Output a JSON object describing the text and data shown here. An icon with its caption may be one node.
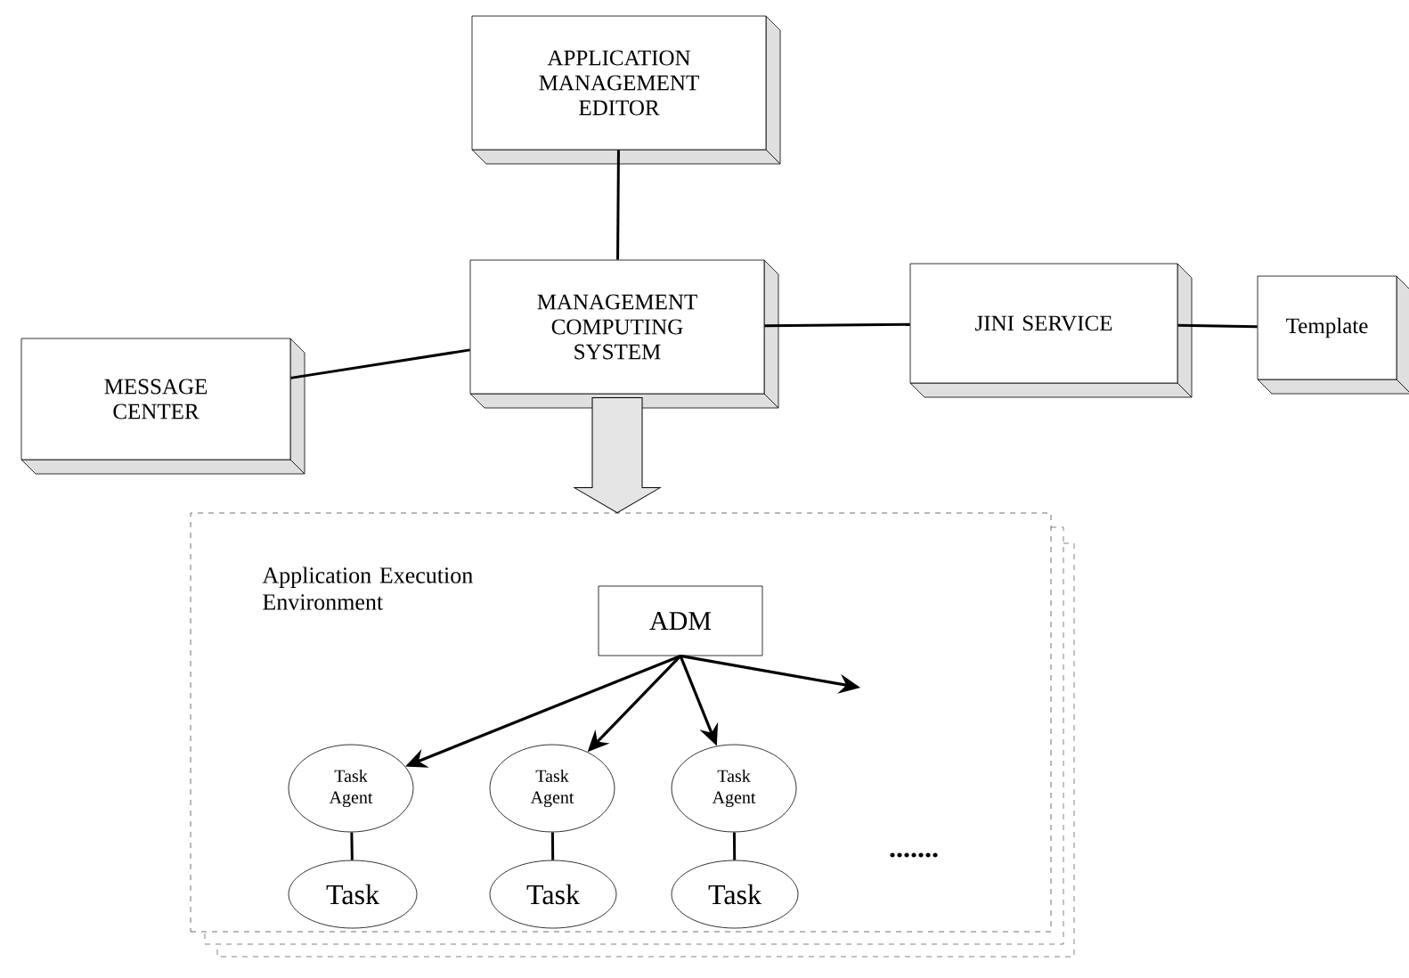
{
  "diagram": {
    "nodes": [
      {
        "text": [
          "APPLICATION MANAGEMENT EDITOR"
        ]
      },
      {
        "text": [
          "MESSAGE CENTER"
        ]
      },
      {
        "text": [
          "MANAGEMENT COMPUTING SYSTEM"
        ]
      },
      {
        "text": [
          "JINI SERVICE"
        ]
      },
      {
        "text": [
          "Template"
        ]
      },
      {
        "text": [
          "Application Execution Environment"
        ]
      },
      {
        "text": [
          "ADM"
        ],
        "in": 5
      },
      {
        "text": [
          "Task Agent"
        ],
        "in": 5
      },
      {
        "text": [
          "Task Agent"
        ],
        "in": 5
      },
      {
        "text": [
          "Task Agent"
        ],
        "in": 5
      },
      {
        "text": [
          "Task"
        ],
        "in": 5
      },
      {
        "text": [
          "Task"
        ],
        "in": 5
      },
      {
        "text": [
          "Task"
        ],
        "in": 5
      }
    ],
    "edges": [
      {
        "from": 0,
        "to": 2,
        "arrow": "none"
      },
      {
        "from": 1,
        "to": 2,
        "arrow": "none"
      },
      {
        "from": 2,
        "to": 3,
        "arrow": "none"
      },
      {
        "from": 3,
        "to": 4,
        "arrow": "none"
      },
      {
        "from": 2,
        "to": 5,
        "arrow": "to",
        "style": "thick"
      },
      {
        "from": 6,
        "to": 7,
        "arrow": "to"
      },
      {
        "from": 6,
        "to": 8,
        "arrow": "to"
      },
      {
        "from": 6,
        "to": 9,
        "arrow": "to"
      },
      {
        "from": 6,
        "to": null,
        "arrow": "to"
      },
      {
        "from": 7,
        "to": 10,
        "arrow": "none"
      },
      {
        "from": 8,
        "to": 11,
        "arrow": "none"
      },
      {
        "from": 9,
        "to": 12,
        "arrow": "none"
      }
    ],
    "labels": [
      "......."
    ]
  }
}
